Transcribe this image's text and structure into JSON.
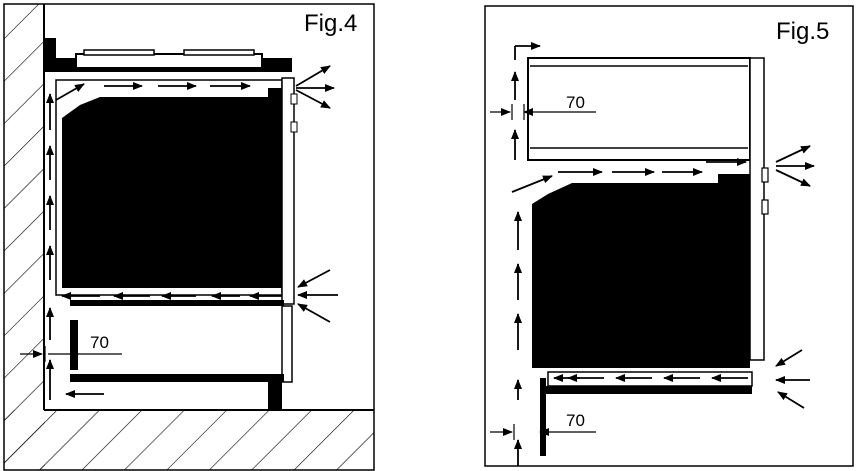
{
  "figures": [
    {
      "label": "Fig.4",
      "dimension": "70"
    },
    {
      "label": "Fig.5",
      "dimension_upper": "70",
      "dimension_lower": "70"
    }
  ]
}
